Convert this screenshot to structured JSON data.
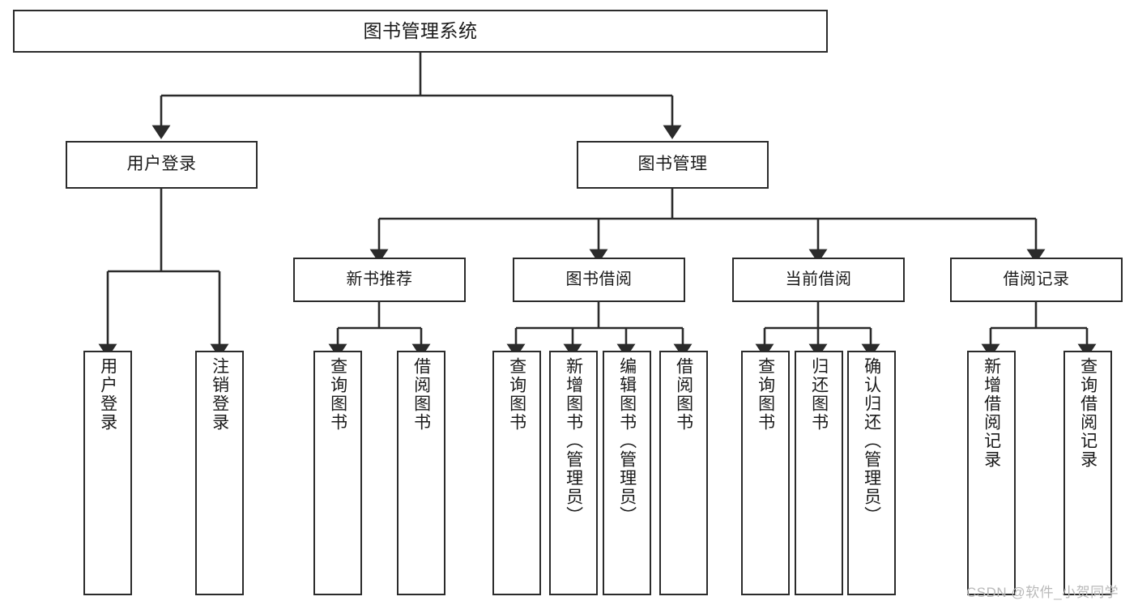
{
  "diagram": {
    "title": "图书管理系统",
    "type": "tree-hierarchy",
    "root": {
      "label": "图书管理系统"
    },
    "level1": [
      {
        "label": "用户登录"
      },
      {
        "label": "图书管理"
      }
    ],
    "level2": [
      {
        "label": "新书推荐"
      },
      {
        "label": "图书借阅"
      },
      {
        "label": "当前借阅"
      },
      {
        "label": "借阅记录"
      }
    ],
    "leaves": {
      "user_login": [
        {
          "label": "用户登录"
        },
        {
          "label": "注销登录"
        }
      ],
      "new_book_recommend": [
        {
          "label": "查询图书"
        },
        {
          "label": "借阅图书"
        }
      ],
      "book_borrow": [
        {
          "label": "查询图书"
        },
        {
          "label": "新增图书（管理员）"
        },
        {
          "label": "编辑图书（管理员）"
        },
        {
          "label": "借阅图书"
        }
      ],
      "current_borrow": [
        {
          "label": "查询图书"
        },
        {
          "label": "归还图书"
        },
        {
          "label": "确认归还（管理员）"
        }
      ],
      "borrow_record": [
        {
          "label": "新增借阅记录"
        },
        {
          "label": "查询借阅记录"
        }
      ]
    }
  },
  "watermark": {
    "text": "CSDN @软件_小贺同学"
  },
  "colors": {
    "stroke": "#2b2b2b",
    "box_fill": "#ffffff",
    "text": "#1a1a1a",
    "watermark": "#b9b9b9",
    "background": "#ffffff"
  }
}
